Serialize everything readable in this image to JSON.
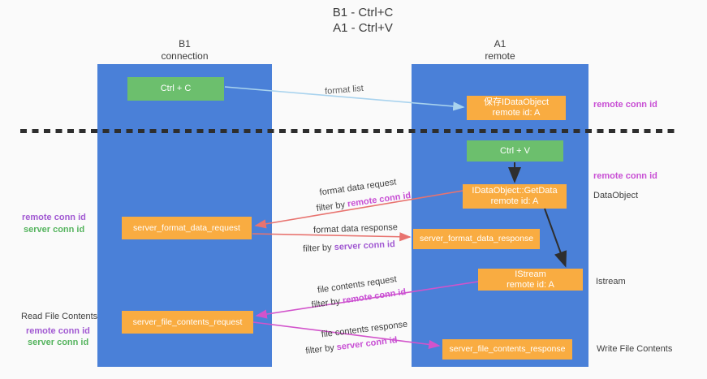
{
  "title": {
    "line1": "B1 - Ctrl+C",
    "line2": "A1 - Ctrl+V"
  },
  "columns": {
    "b1": {
      "name": "B1",
      "subtitle": "connection"
    },
    "a1": {
      "name": "A1",
      "subtitle": "remote"
    }
  },
  "boxes": {
    "ctrl_c": {
      "label": "Ctrl + C"
    },
    "save_idataobject": {
      "line1": "保存IDataObject",
      "line2": "remote id: A"
    },
    "ctrl_v": {
      "label": "Ctrl + V"
    },
    "getdata": {
      "line1": "IDataObject::GetData",
      "line2": "remote id: A"
    },
    "format_request": {
      "label": "server_format_data_request"
    },
    "format_response": {
      "label": "server_format_data_response"
    },
    "istream": {
      "line1": "IStream",
      "line2": "remote id: A"
    },
    "file_request": {
      "label": "server_file_contents_request"
    },
    "file_response": {
      "label": "server_file_contents_response"
    }
  },
  "arrow_labels": {
    "format_list": "format list",
    "format_request": "format data request",
    "format_request_filter_prefix": "filter by ",
    "format_request_filter_key": "remote conn id",
    "format_response": "format data response",
    "format_response_filter_prefix": "filter by ",
    "format_response_filter_key": "server conn id",
    "file_request": "file contents request",
    "file_request_filter_prefix": "filter by ",
    "file_request_filter_key": "remote conn id",
    "file_response": "file contents response",
    "file_response_filter_prefix": "filter by ",
    "file_response_filter_key": "server conn id"
  },
  "side_labels": {
    "right_remote_conn_id_1": "remote conn id",
    "right_remote_conn_id_2": "remote conn id",
    "dataobject": "DataObject",
    "istream": "Istream",
    "write_file_contents": "Write File Contents",
    "left_remote_conn_id_1": "remote conn id",
    "left_server_conn_id_1": "server conn id",
    "read_file_contents": "Read File Contents",
    "left_remote_conn_id_2": "remote conn id",
    "left_server_conn_id_2": "server conn id"
  },
  "colors": {
    "column_blue": "#4a80d8",
    "box_green": "#6cbf6d",
    "box_orange": "#f9ac41",
    "arrow_light_blue": "#a9d3ee",
    "arrow_salmon": "#e8736f",
    "arrow_magenta": "#d253cb",
    "arrow_black": "#2e2e2e",
    "label_purple": "#a159d2",
    "label_magenta": "#c84fd4",
    "label_green": "#55b45e"
  }
}
